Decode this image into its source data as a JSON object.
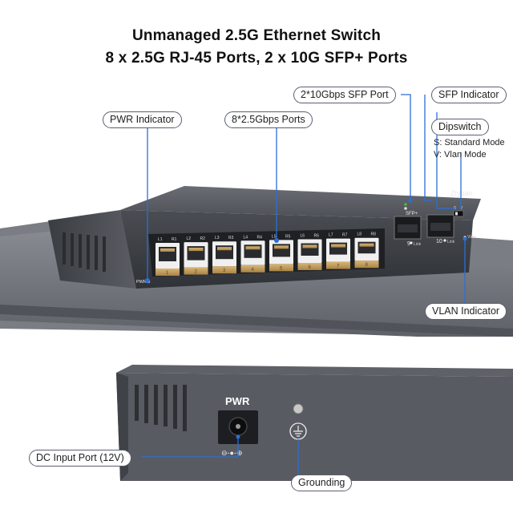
{
  "title": {
    "line1": "Unmanaged 2.5G Ethernet Switch",
    "line2": "8 x 2.5G RJ-45 Ports, 2 x 10G SFP+ Ports"
  },
  "callouts": {
    "pwr_indicator": "PWR Indicator",
    "rj45_ports": "8*2.5Gbps Ports",
    "sfp_port": "2*10Gbps SFP Port",
    "sfp_indicator": "SFP Indicator",
    "dipswitch": "Dipswitch",
    "standard_mode": "S: Standard Mode",
    "vlan_mode": "V: Vlan Mode",
    "vlan_indicator": "VLAN Indicator",
    "dc_input": "DC Input Port (12V)",
    "grounding": "Grounding"
  },
  "device": {
    "brand": "Ztyuav",
    "pwr_label": "PWR",
    "rear_pwr_label": "PWR",
    "port_top_labels": [
      "L1",
      "R1",
      "L2",
      "R2",
      "L3",
      "R3",
      "L4",
      "R4",
      "L5",
      "R5",
      "L6",
      "R6",
      "L7",
      "R7",
      "L8",
      "R8"
    ],
    "port_numbers": [
      "1",
      "2",
      "3",
      "4",
      "5",
      "6",
      "7",
      "8"
    ],
    "sfp_label": "SFP+",
    "sfp_numbers": [
      "9",
      "10"
    ],
    "link_label": "Link",
    "vlan_label": "Vlan",
    "dip_labels": [
      "S",
      "V"
    ]
  },
  "colors": {
    "callout_line": "#2b6fd6",
    "chassis_dark": "#3a3d42",
    "chassis_mid": "#55585e",
    "platform": "#6e7178",
    "port_gold": "#c9a15a"
  }
}
